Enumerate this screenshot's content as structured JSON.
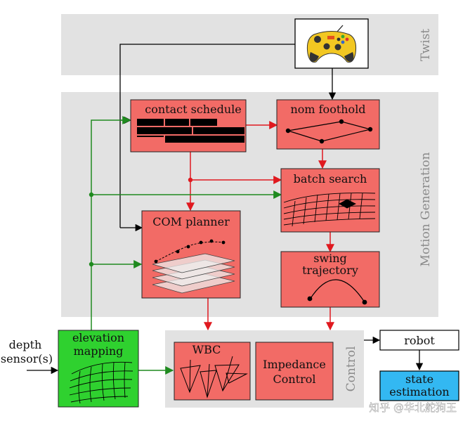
{
  "groups": {
    "twist": "Twist",
    "motion_generation": "Motion Generation",
    "control": "Control"
  },
  "blocks": {
    "contact_schedule": "contact schedule",
    "nom_foothold": "nom foothold",
    "batch_search": "batch search",
    "com_planner": "COM planner",
    "swing_trajectory_line1": "swing",
    "swing_trajectory_line2": "trajectory",
    "elevation_mapping_line1": "elevation",
    "elevation_mapping_line2": "mapping",
    "wbc": "WBC",
    "impedance_line1": "Impedance",
    "impedance_line2": "Control",
    "robot": "robot",
    "state_estimation_line1": "state",
    "state_estimation_line2": "estimation"
  },
  "inputs": {
    "depth_line1": "depth",
    "depth_line2": "sensor(s)"
  },
  "watermark": "知乎 @华北舵狗王",
  "colors": {
    "block_red": "#f26b66",
    "block_green": "#2fd12f",
    "block_blue": "#33b8f2",
    "group_gray": "#e2e2e2",
    "arrow_red": "#e0191f",
    "arrow_green": "#1f8a1f",
    "arrow_black": "#000000"
  },
  "icons": {
    "gamepad": "gamepad-icon"
  }
}
